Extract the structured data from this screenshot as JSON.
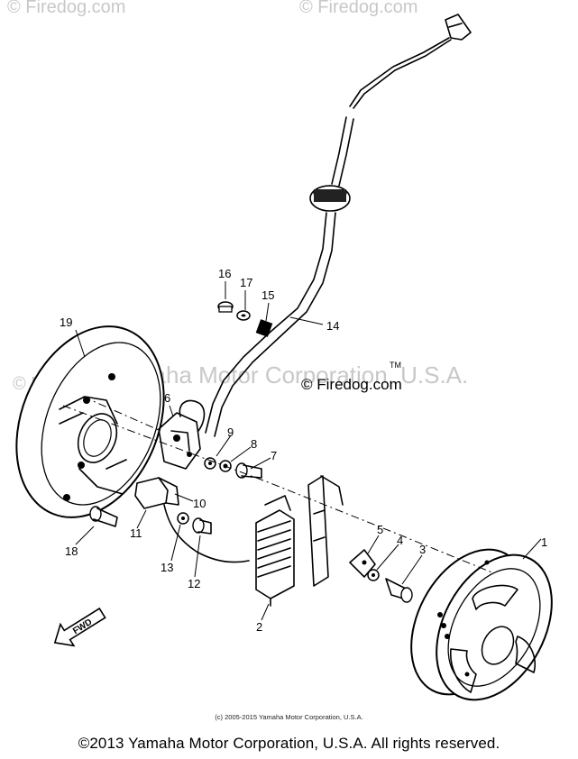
{
  "watermarks": {
    "top_left": "© Firedog.com",
    "top_right": "© Firedog.com",
    "mid_left": "© Fi",
    "center": "Yamaha Motor Corporation, U.S.A.",
    "firedog_main": "© Firedog.com",
    "tm": "TM"
  },
  "callouts": {
    "c1": "1",
    "c2": "2",
    "c3": "3",
    "c4": "4",
    "c5": "5",
    "c6": "6",
    "c7": "7",
    "c8": "8",
    "c9": "9",
    "c10": "10",
    "c11": "11",
    "c12": "12",
    "c13": "13",
    "c14": "14",
    "c15": "15",
    "c16": "16",
    "c17": "17",
    "c18": "18",
    "c19": "19"
  },
  "fwd_label": "FWD",
  "small_copyright": "(c) 2005-2015 Yamaha Motor Corporation, U.S.A.",
  "copyright": "©2013 Yamaha Motor Corporation, U.S.A. All rights reserved."
}
